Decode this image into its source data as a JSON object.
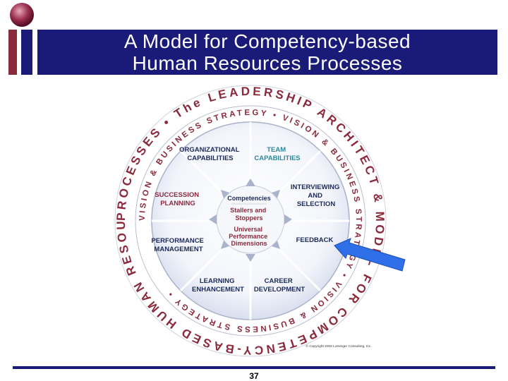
{
  "slide": {
    "title_line1": "A Model for Competency-based",
    "title_line2": "Human Resources Processes",
    "page_number": "37"
  },
  "colors": {
    "title_bar": "#1a1a78",
    "ring_maroon": "#8a2a3c",
    "label_navy": "#1c2a5a",
    "label_teal": "#2a8a9a",
    "label_maroon": "#8a2a3c",
    "arrow_blue": "#2f6fe8"
  },
  "diagram": {
    "outer_ring_text": "PROCESSES • The LEADERSHIP ARCHITECT & MODEL FOR COMPETENCY-BASED HUMAN RESOURCES",
    "inner_ring_text": "VISION & BUSINESS STRATEGY • VISION & BUSINESS STRATEGY • VISION & BUSINESS STRATEGY •",
    "segments": [
      {
        "id": "org",
        "lines": [
          "ORGANIZATIONAL",
          "CAPABILITIES"
        ],
        "color": "navy"
      },
      {
        "id": "team",
        "lines": [
          "TEAM",
          "CAPABILITIES"
        ],
        "color": "teal"
      },
      {
        "id": "interview",
        "lines": [
          "INTERVIEWING",
          "AND",
          "SELECTION"
        ],
        "color": "navy"
      },
      {
        "id": "feedback",
        "lines": [
          "FEEDBACK"
        ],
        "color": "navy"
      },
      {
        "id": "career",
        "lines": [
          "CAREER",
          "DEVELOPMENT"
        ],
        "color": "navy"
      },
      {
        "id": "learning",
        "lines": [
          "LEARNING",
          "ENHANCEMENT"
        ],
        "color": "navy"
      },
      {
        "id": "performance",
        "lines": [
          "PERFORMANCE",
          "MANAGEMENT"
        ],
        "color": "navy"
      },
      {
        "id": "succession",
        "lines": [
          "SUCCESSION",
          "PLANNING"
        ],
        "color": "maroon"
      }
    ],
    "center": {
      "competencies": "Competencies",
      "stallers_line1": "Stallers and",
      "stallers_line2": "Stoppers",
      "universal_line1": "Universal",
      "universal_line2": "Performance",
      "universal_line3": "Dimensions"
    },
    "copyright": "© Copyright 2002 Lominger Consulting, Inc."
  }
}
